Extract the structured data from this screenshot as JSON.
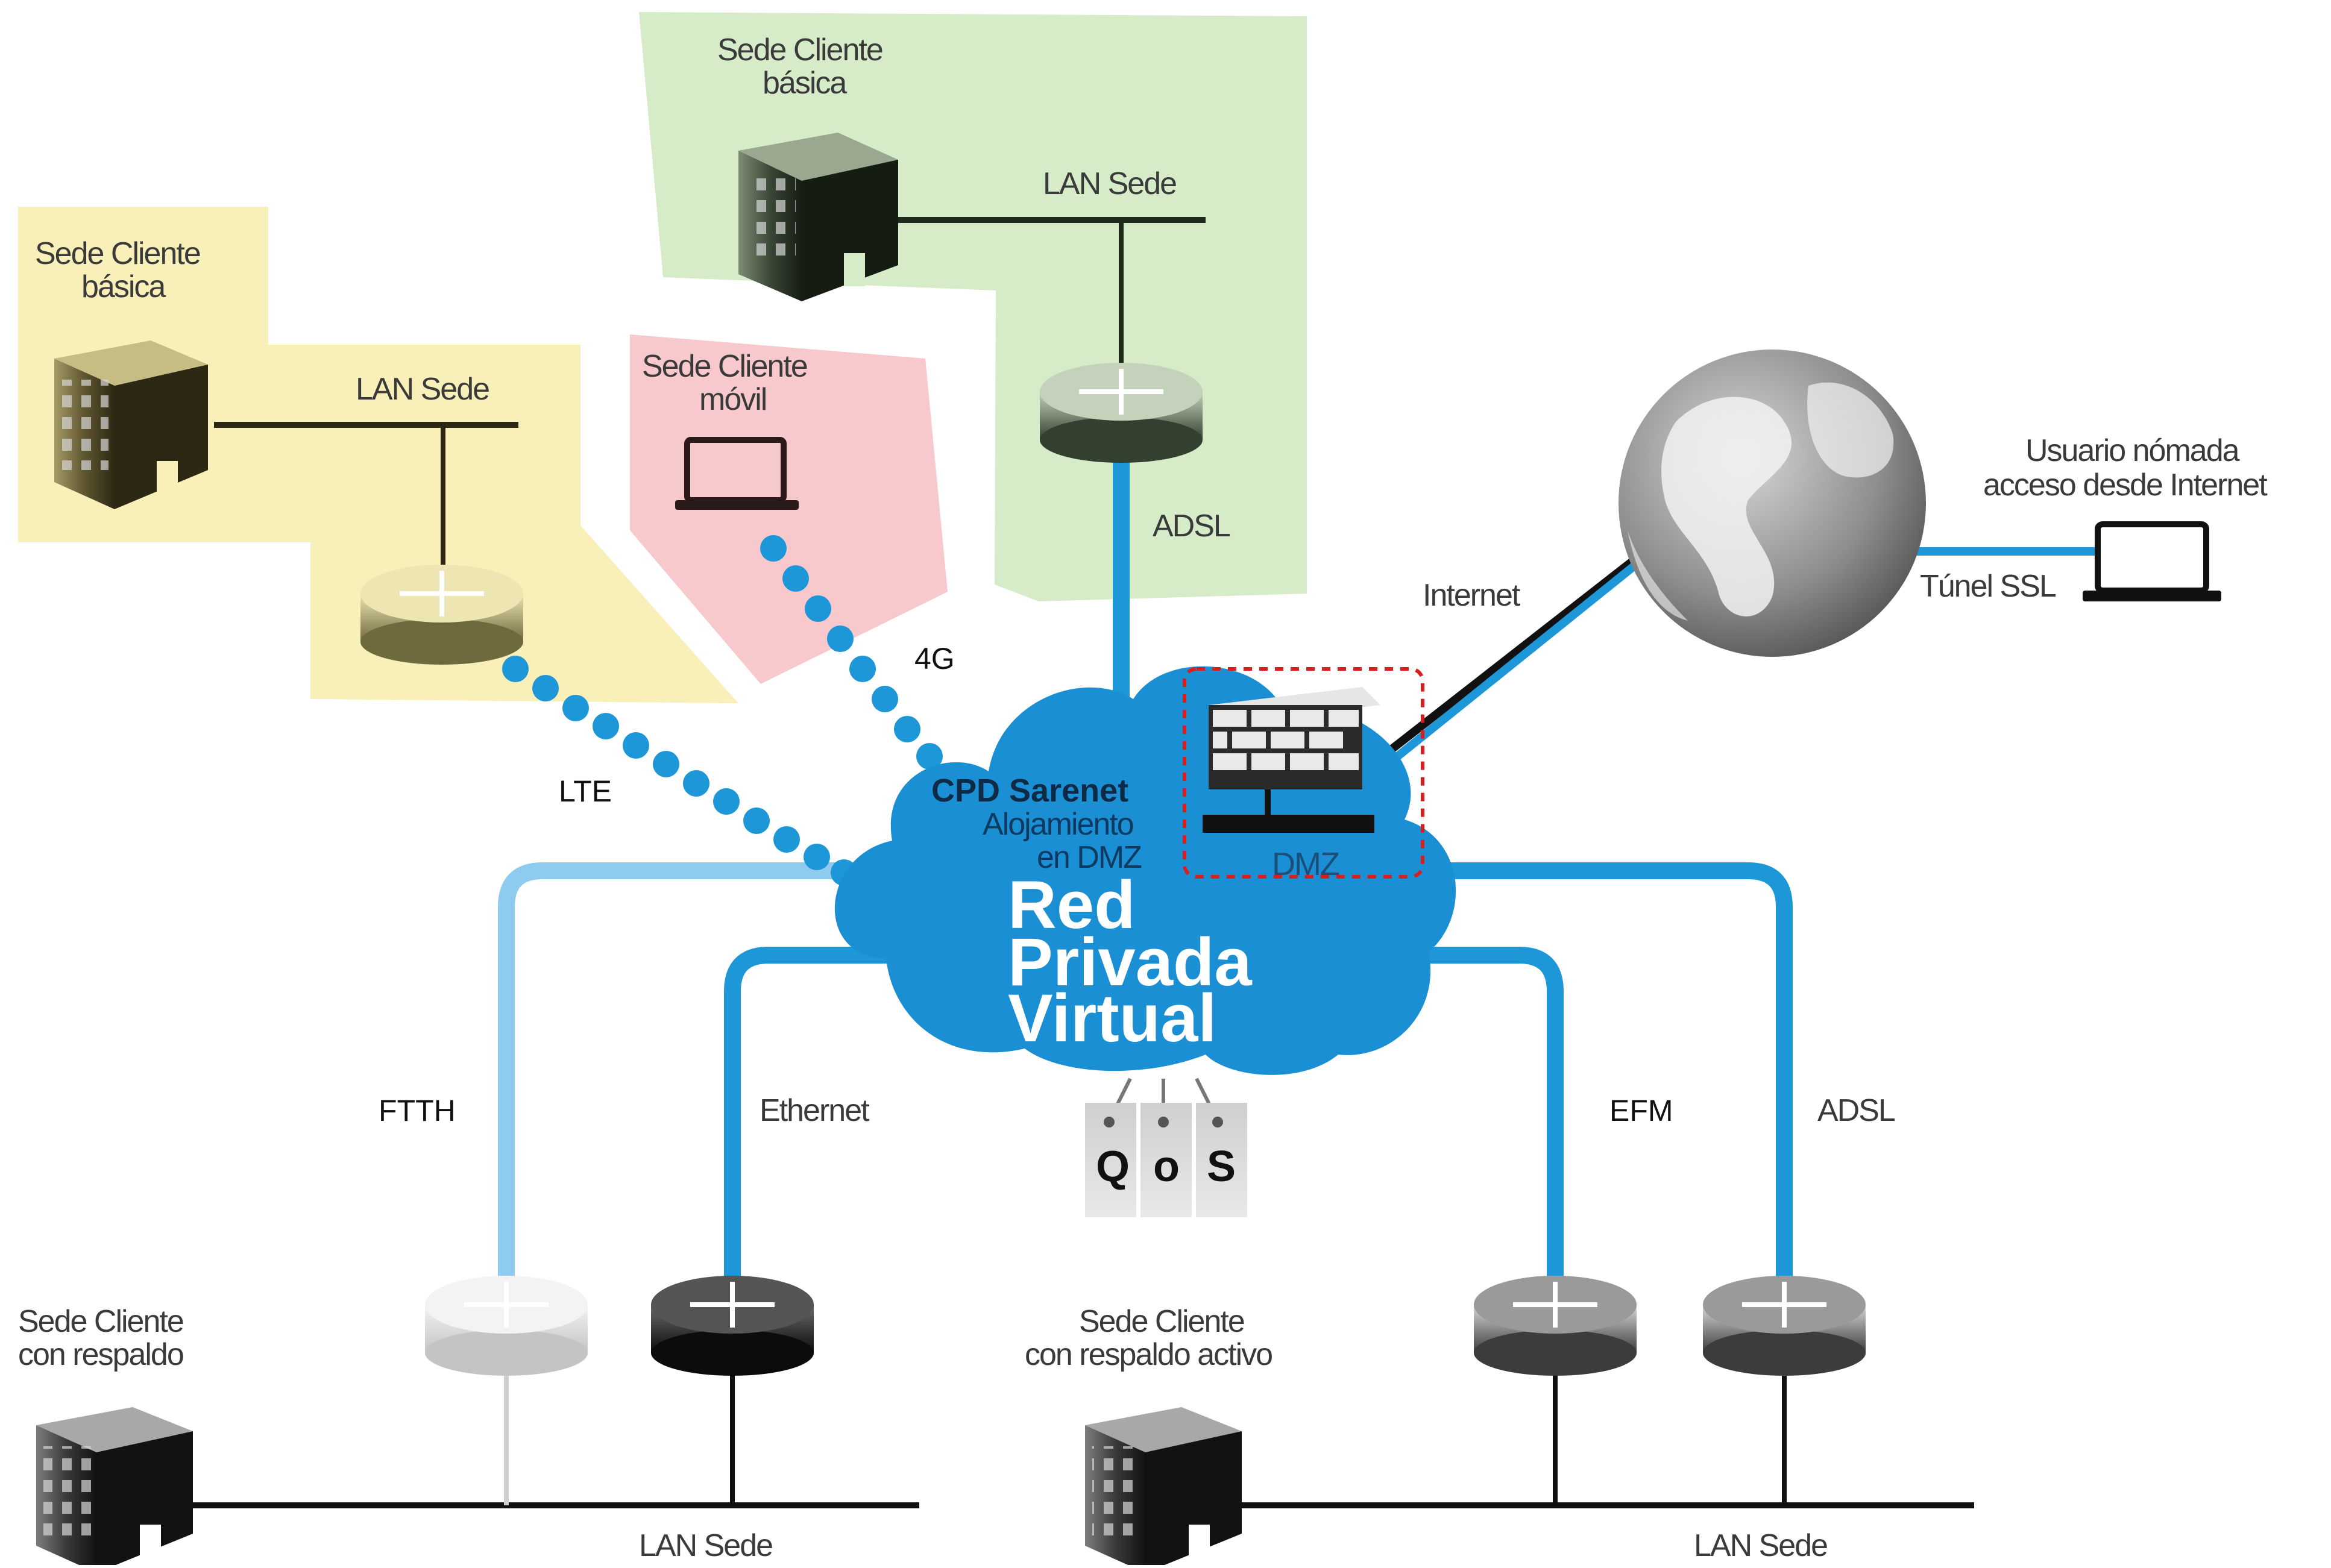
{
  "diagram": {
    "colors": {
      "link_blue": "#1e97d9",
      "link_light_blue": "#8fcbef",
      "cloud_blue": "#1b8fd4",
      "zone_yellow": "#f8f0b8",
      "zone_pink": "#f7c8cc",
      "zone_green": "#d6ecc8",
      "dmz_border": "#d81e1e"
    },
    "zones": {
      "yellow": {
        "title_line1": "Sede Cliente",
        "title_line2": "básica",
        "lan": "LAN Sede"
      },
      "pink": {
        "title_line1": "Sede Cliente",
        "title_line2": "móvil"
      },
      "green": {
        "title_line1": "Sede Cliente",
        "title_line2": "básica",
        "lan": "LAN Sede"
      }
    },
    "links": {
      "adsl_top": "ADSL",
      "g4": "4G",
      "lte": "LTE",
      "internet": "Internet",
      "ssl": "Túnel SSL",
      "ftth": "FTTH",
      "ethernet": "Ethernet",
      "efm": "EFM",
      "adsl_right": "ADSL"
    },
    "nomad": {
      "line1": "Usuario nómada",
      "line2": "acceso desde Internet"
    },
    "cloud": {
      "cpd": "CPD Sarenet",
      "sub1": "Alojamiento",
      "sub2": "en DMZ",
      "dmz": "DMZ",
      "title1": "Red",
      "title2": "Privada",
      "title3": "Virtual"
    },
    "qos": [
      "Q",
      "o",
      "S"
    ],
    "bottom_left": {
      "line1": "Sede Cliente",
      "line2": "con respaldo",
      "lan": "LAN Sede"
    },
    "bottom_right": {
      "line1": "Sede Cliente",
      "line2": "con respaldo activo",
      "lan": "LAN Sede"
    },
    "icons": [
      "building-icon",
      "router-icon",
      "laptop-icon",
      "firewall-icon",
      "globe-icon"
    ]
  }
}
